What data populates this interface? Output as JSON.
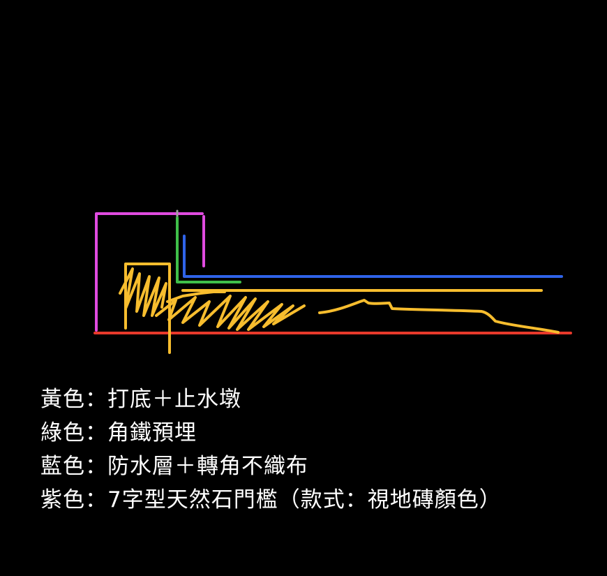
{
  "colors": {
    "background": "#000000",
    "text": "#ffffff",
    "red": "#e8392b",
    "yellow": "#f7bd2e",
    "green": "#3fbf4a",
    "blue": "#2f63e8",
    "magenta": "#e04be0",
    "gray": "#a0a0a0"
  },
  "legend": [
    {
      "text": "黃色：打底＋止水墩",
      "color_key": "yellow"
    },
    {
      "text": "綠色：角鐵預埋",
      "color_key": "green"
    },
    {
      "text": "藍色：防水層＋轉角不織布",
      "color_key": "blue"
    },
    {
      "text": "紫色：7字型天然石門檻（款式：視地磚顏色）",
      "color_key": "magenta"
    }
  ]
}
